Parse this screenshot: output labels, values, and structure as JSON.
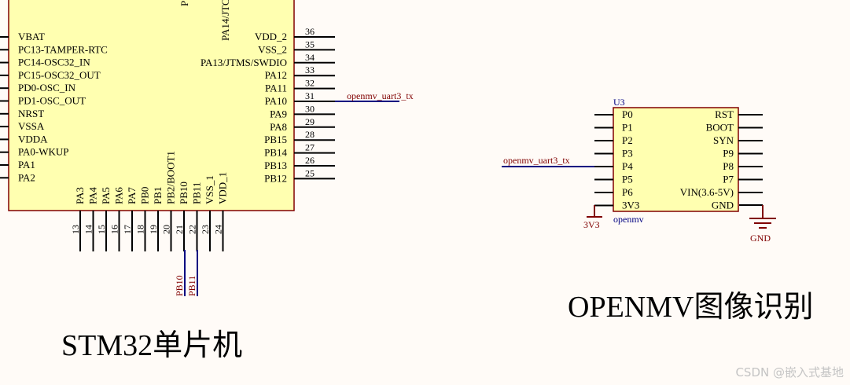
{
  "stm32": {
    "title": "STM32单片机",
    "top_labels": [
      "P",
      "PA14/JTC"
    ],
    "left_pins": [
      "VBAT",
      "PC13-TAMPER-RTC",
      "PC14-OSC32_IN",
      "PC15-OSC32_OUT",
      "PD0-OSC_IN",
      "PD1-OSC_OUT",
      "NRST",
      "VSSA",
      "VDDA",
      "PA0-WKUP",
      "PA1",
      "PA2"
    ],
    "right_pins": [
      {
        "name": "VDD_2",
        "num": "36"
      },
      {
        "name": "VSS_2",
        "num": "35"
      },
      {
        "name": "PA13/JTMS/SWDIO",
        "num": "34"
      },
      {
        "name": "PA12",
        "num": "33"
      },
      {
        "name": "PA11",
        "num": "32"
      },
      {
        "name": "PA10",
        "num": "31"
      },
      {
        "name": "PA9",
        "num": "30"
      },
      {
        "name": "PA8",
        "num": "29"
      },
      {
        "name": "PB15",
        "num": "28"
      },
      {
        "name": "PB14",
        "num": "27"
      },
      {
        "name": "PB13",
        "num": "26"
      },
      {
        "name": "PB12",
        "num": "25"
      }
    ],
    "bottom_pins": [
      {
        "name": "PA3",
        "num": "13"
      },
      {
        "name": "PA4",
        "num": "14"
      },
      {
        "name": "PA5",
        "num": "15"
      },
      {
        "name": "PA6",
        "num": "16"
      },
      {
        "name": "PA7",
        "num": "17"
      },
      {
        "name": "PB0",
        "num": "18"
      },
      {
        "name": "PB1",
        "num": "19"
      },
      {
        "name": "PB2/BOOT1",
        "num": "20"
      },
      {
        "name": "PB10",
        "num": "21"
      },
      {
        "name": "PB11",
        "num": "22"
      },
      {
        "name": "VSS_1",
        "num": "23"
      },
      {
        "name": "VDD_1",
        "num": "24"
      }
    ],
    "net_labels": [
      "PB10",
      "PB11"
    ],
    "pa10_net": "openmv_uart3_tx"
  },
  "openmv": {
    "designator": "U3",
    "comment": "openmv",
    "title": "OPENMV图像识别",
    "left_pins": [
      "P0",
      "P1",
      "P2",
      "P3",
      "P4",
      "P5",
      "P6",
      "3V3"
    ],
    "right_pins": [
      "RST",
      "BOOT",
      "SYN",
      "P9",
      "P8",
      "P7",
      "VIN(3.6-5V)",
      "GND"
    ],
    "p4_net": "openmv_uart3_tx",
    "power_3v3": "3V3",
    "power_gnd": "GND"
  },
  "colors": {
    "body": "#ffffb0",
    "border": "#800000",
    "wire": "#000080",
    "pin": "#000000"
  },
  "watermark": "CSDN @嵌入式基地"
}
